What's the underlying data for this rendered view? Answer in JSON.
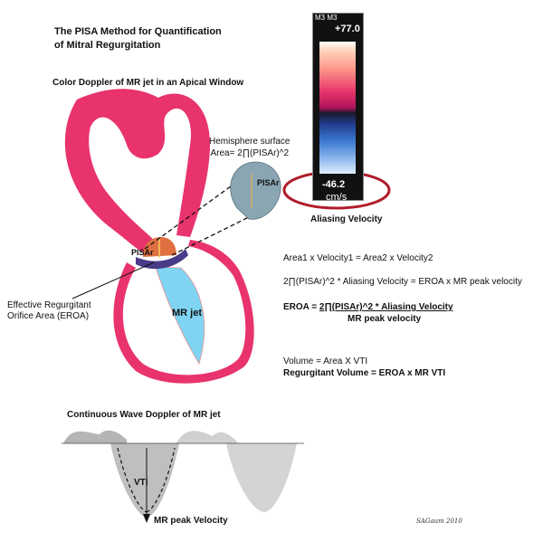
{
  "title_line1": "The PISA Method for Quantification",
  "title_line2": "of Mitral Regurgitation",
  "color_doppler_label": "Color Doppler of MR jet in an Apical Window",
  "hemisphere_label_line1": "Hemisphere surface",
  "hemisphere_label_line2": "Area= 2∏(PISAr)^2",
  "pisar_label": "PISAr",
  "pisar_label_small": "PISAr",
  "eroa_label_line1": "Effective Regurgitant",
  "eroa_label_line2": "Orifice Area (EROA)",
  "mr_jet_label": "MR jet",
  "colorbar": {
    "header": "M3 M3",
    "max_value": "+77.0",
    "min_value": "-46.2",
    "unit": "cm/s",
    "caption": "Aliasing Velocity"
  },
  "equations": {
    "eq1": "Area1 x Velocity1 = Area2 x Velocity2",
    "eq2": "2∏(PISAr)^2 * Aliasing Velocity    = EROA x MR peak velocity",
    "eq3_lhs": "EROA = ",
    "eq3_num": "2∏(PISAr)^2 * Aliasing Velocity",
    "eq3_den": "MR peak velocity",
    "eq4": "Volume = Area X VTI",
    "eq5": "Regurgitant Volume = EROA x MR VTI"
  },
  "cw_label": "Continuous Wave Doppler of MR jet",
  "vti_label": "VTI",
  "mr_peak_label": "MR peak Velocity",
  "signature": "SAGaum 2010",
  "colors": {
    "myocardium": "#e8336d",
    "jet": "#7fd4f2",
    "pisa_orange": "#e07040",
    "ring": "#b01c2a"
  }
}
